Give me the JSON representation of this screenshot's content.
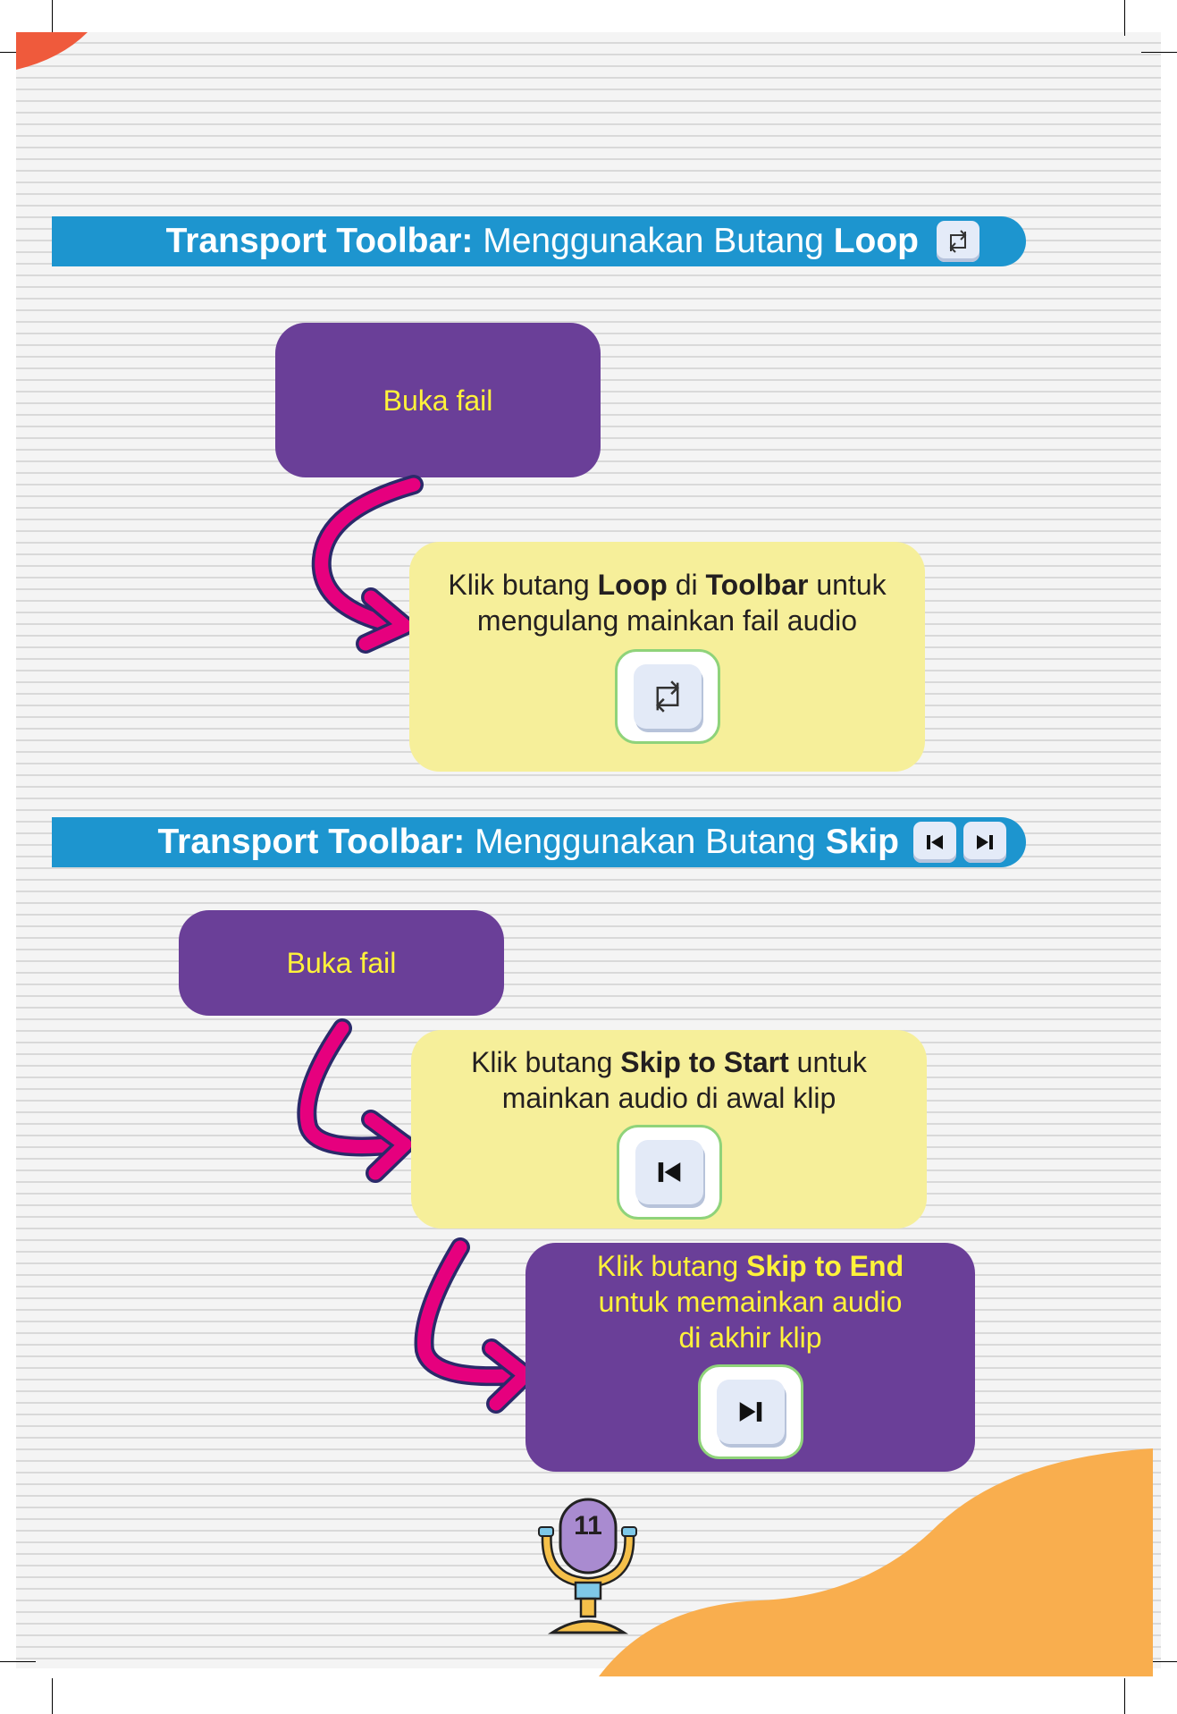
{
  "section_loop": {
    "title_bold": "Transport Toolbar:",
    "title_rest": "Menggunakan Butang",
    "title_keyword": "Loop",
    "step1": "Buka fail",
    "step2_pre": "Klik butang",
    "step2_b1": "Loop",
    "step2_mid": "di",
    "step2_b2": "Toolbar",
    "step2_post": "untuk",
    "step2_line2": "mengulang mainkan fail audio"
  },
  "section_skip": {
    "title_bold": "Transport Toolbar:",
    "title_rest": "Menggunakan Butang",
    "title_keyword": "Skip",
    "step1": "Buka fail",
    "step2_pre": "Klik butang",
    "step2_b": "Skip to Start",
    "step2_post": "untuk",
    "step2_line2": "mainkan audio di awal klip",
    "step3_pre": "Klik butang",
    "step3_b": "Skip to End",
    "step3_line2": "untuk memainkan audio",
    "step3_line3": "di akhir klip"
  },
  "page_number": "11",
  "colors": {
    "header_blue": "#1d95cf",
    "purple": "#6a3f98",
    "yellow_box": "#f6ef9a",
    "highlight_text": "#fff23a",
    "arrow_magenta": "#e6007e",
    "orange_shape": "#f9ae4e"
  },
  "icons": [
    "loop-icon",
    "skip-to-start-icon",
    "skip-to-end-icon",
    "microphone-icon"
  ]
}
